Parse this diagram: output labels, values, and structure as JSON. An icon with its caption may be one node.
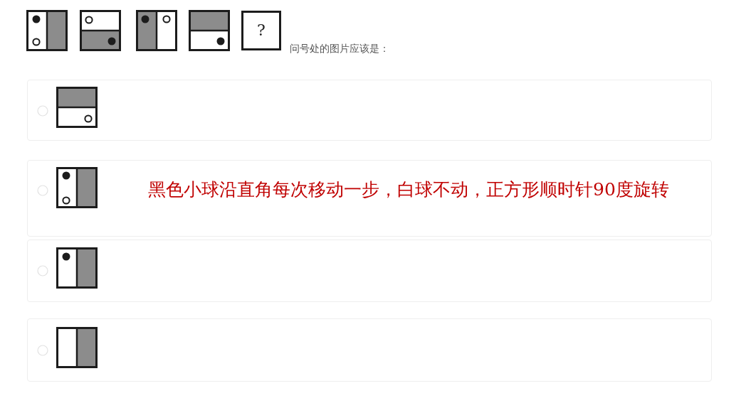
{
  "diagram": {
    "nodes": [
      {
        "text": [],
        "shape": "box"
      },
      {
        "text": [],
        "shape": "box"
      },
      {
        "text": [],
        "shape": "box"
      },
      {
        "text": [],
        "shape": "box"
      },
      {
        "text": [
          "?"
        ]
      },
      {
        "text": [],
        "shape": "box"
      },
      {
        "text": [],
        "shape": "box"
      },
      {
        "text": [],
        "shape": "box"
      },
      {
        "text": [],
        "shape": "box"
      }
    ],
    "labels": [
      "问号处的图片应该是：",
      "黑色小球沿直角每次移动一步，白球不动，正方形顺时针90度旋转"
    ]
  }
}
